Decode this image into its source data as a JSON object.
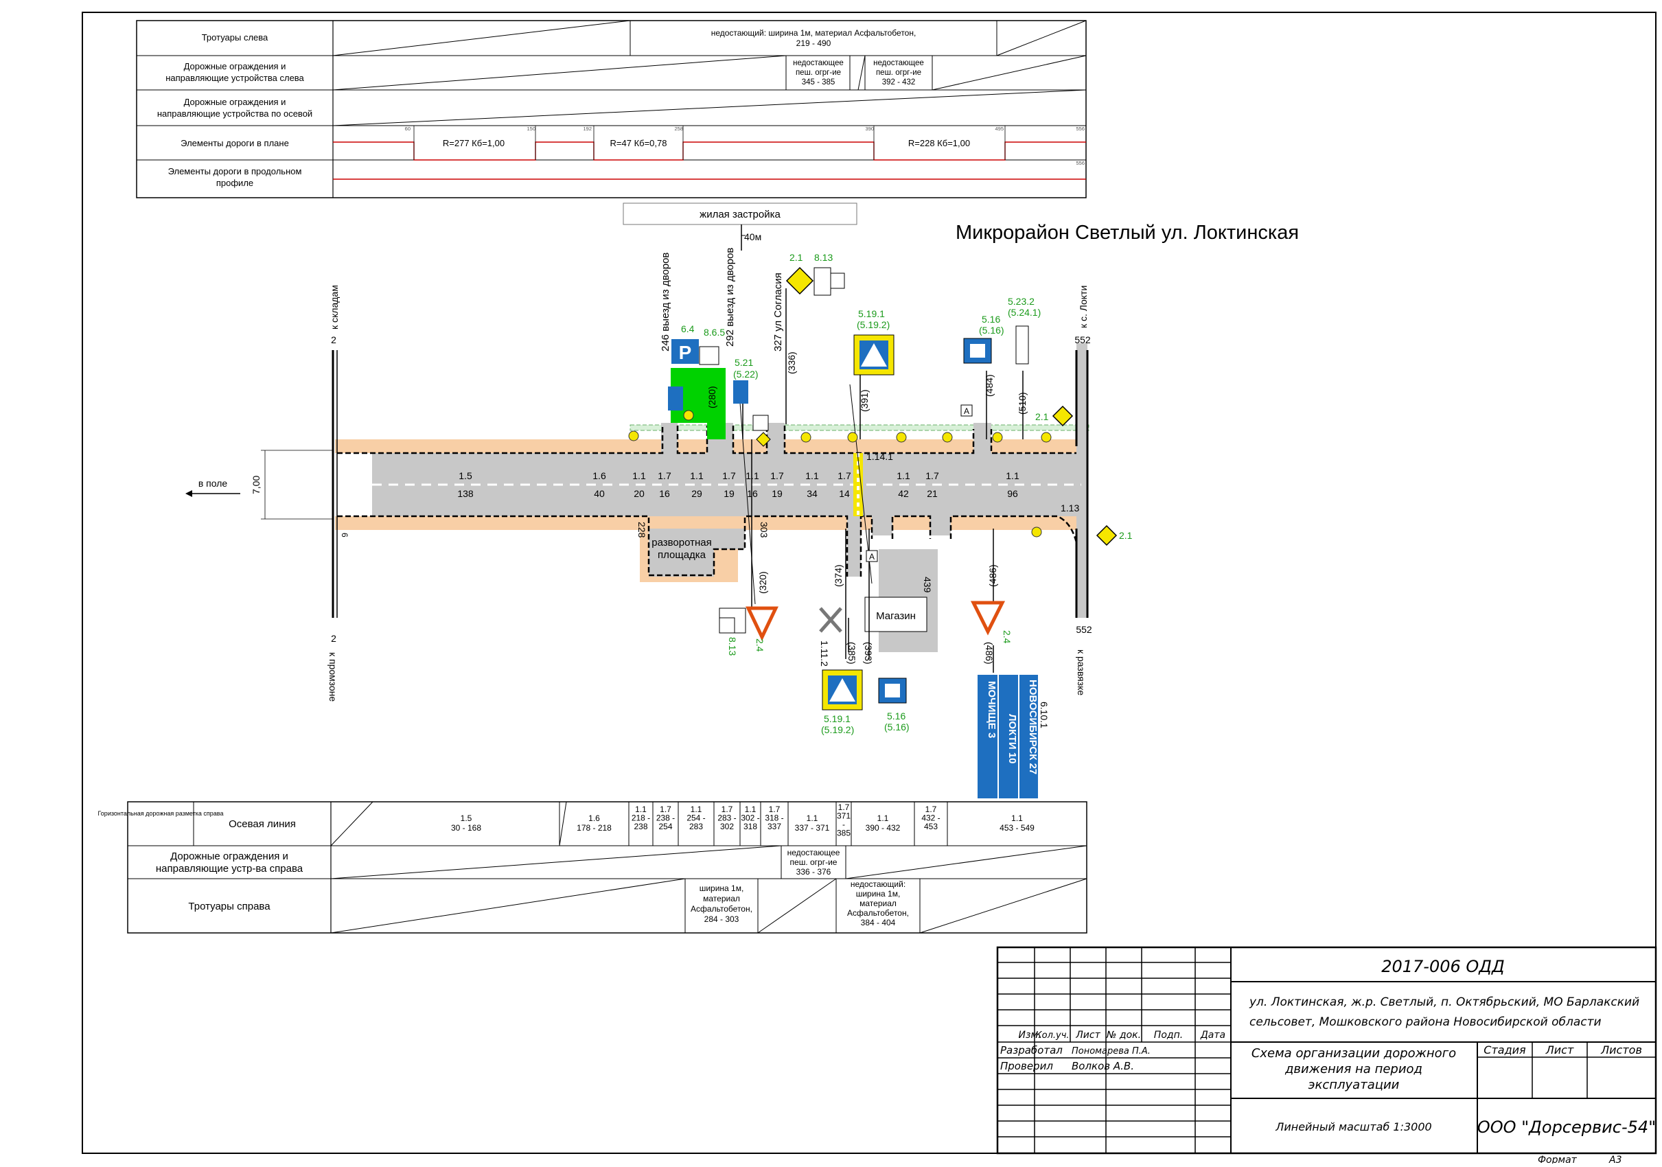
{
  "top_table": {
    "rows": [
      {
        "label": "Тротуары слева",
        "cells": [
          {
            "text": "недостающий: ширина 1м, материал Асфальтобетон,",
            "text2": "219 - 490"
          }
        ]
      },
      {
        "label": "Дорожные ограждения и",
        "label2": "направляющие устройства слева",
        "cells": [
          {
            "text": "недостающее",
            "text2": "пеш. огрг-ие",
            "text3": "345 - 385"
          },
          {
            "text": "недостающее",
            "text2": "пеш. огрг-ие",
            "text3": "392 - 432"
          }
        ]
      },
      {
        "label": "Дорожные ограждения и",
        "label2": "направляющие устройства по осевой"
      },
      {
        "label": "Элементы дороги в плане",
        "curves": [
          "R=277  Кб=1,00",
          "R=47  Кб=0,78",
          "R=228  Кб=1,00"
        ],
        "ticks": [
          "60",
          "150",
          "192",
          "258",
          "390",
          "495",
          "556"
        ]
      },
      {
        "label": "Элементы дороги в продольном",
        "label2": "профиле",
        "ticks": [
          "556"
        ]
      }
    ]
  },
  "plan": {
    "title": "Микрорайон Светлый ул. Локтинская",
    "zhilaya": "жилая застройка",
    "dist_40": "40м",
    "left_end": {
      "km_top": "2",
      "to_top": "к складам",
      "km_bottom": "2",
      "to_bottom": "к промзоне",
      "width": "7,00",
      "bottom_num": "6"
    },
    "right_end": {
      "km_top": "552",
      "to_top": "к с. Локти",
      "km_bottom": "552",
      "to_bottom": "к развязке",
      "mark": "1.13"
    },
    "v_pole": "в поле",
    "side_roads": [
      "246 выезд из дворов",
      "292 выезд из дворов",
      "327 ул Согласия"
    ],
    "pole_labels": [
      "(280)",
      "(336)",
      "(391)",
      "(484)",
      "(510)",
      "(320)",
      "(374)",
      "(385)",
      "(393)",
      "(486)",
      "(486)",
      "303",
      "228",
      "439"
    ],
    "markings": [
      {
        "code": "1.5",
        "len": "138"
      },
      {
        "code": "1.6",
        "len": "40"
      },
      {
        "code": "1.1",
        "len": "20"
      },
      {
        "code": "1.7",
        "len": "16"
      },
      {
        "code": "1.1",
        "len": "29"
      },
      {
        "code": "1.7",
        "len": "19"
      },
      {
        "code": "1.1",
        "len": "16"
      },
      {
        "code": "1.7",
        "len": "19"
      },
      {
        "code": "1.1",
        "len": "34"
      },
      {
        "code": "1.7",
        "len": "14"
      },
      {
        "code": "1.1",
        "len": "42"
      },
      {
        "code": "1.7",
        "len": "21"
      },
      {
        "code": "1.1",
        "len": "96"
      }
    ],
    "marking_1141": "1.14.1",
    "marking_1112": "1.11.2",
    "razvorot": "разворотная",
    "razvorot2": "площадка",
    "magazin": "Магазин",
    "signs": {
      "s64": "6.4",
      "s865": "8.6.5",
      "s521": "5.21",
      "s522": "(5.22)",
      "s21a": "2.1",
      "s813a": "8.13",
      "s5191a": "5.19.1",
      "s5192a": "(5.19.2)",
      "s516a": "5.16",
      "s516b": "(5.16)",
      "s5232": "5.23.2",
      "s5241": "(5.24.1)",
      "s21b": "2.1",
      "s21c": "2.1",
      "s813b": "8.13",
      "s24a": "2.4",
      "s5191b": "5.19.1",
      "s5192b": "(5.19.2)",
      "s516c": "5.16",
      "s516d": "(5.16)",
      "s24b": "2.4",
      "s6101": "6.10.1",
      "letter_a": "А",
      "letter_p": "P"
    },
    "direction_sign": {
      "row1": "НОВОСИБИРСК 27",
      "row2": "ЛОКТИ 10",
      "row3": "МОЧИЩЕ 3"
    }
  },
  "bottom_table": {
    "group_label": "Горизонтальная дорожная разметка справа",
    "row1_label": "Осевая линия",
    "row1_cells": [
      {
        "a": "1.5",
        "b": "30 - 168"
      },
      {
        "a": "1.6",
        "b": "178 - 218"
      },
      {
        "a": "1.1",
        "b": "218 -",
        "c": "238"
      },
      {
        "a": "1.7",
        "b": "238 -",
        "c": "254"
      },
      {
        "a": "1.1",
        "b": "254 -",
        "c": "283"
      },
      {
        "a": "1.7",
        "b": "283 -",
        "c": "302"
      },
      {
        "a": "1.1",
        "b": "302 -",
        "c": "318"
      },
      {
        "a": "1.7",
        "b": "318 -",
        "c": "337"
      },
      {
        "a": "1.1",
        "b": "337 - 371"
      },
      {
        "a": "1.7",
        "b": "371",
        "c": "-",
        "d": "385"
      },
      {
        "a": "1.1",
        "b": "390 - 432"
      },
      {
        "a": "1.7",
        "b": "432 -",
        "c": "453"
      },
      {
        "a": "1.1",
        "b": "453 - 549"
      }
    ],
    "row2_label": "Дорожные ограждения и",
    "row2_label2": "направляющие устр-ва справа",
    "row2_cell": {
      "a": "недостающее",
      "b": "пеш. огрг-ие",
      "c": "336 - 376"
    },
    "row3_label": "Тротуары справа",
    "row3_cell1": {
      "a": "ширина 1м,",
      "b": "материал",
      "c": "Асфальтобетон,",
      "d": "284 - 303"
    },
    "row3_cell2": {
      "a": "недостающий:",
      "b": "ширина 1м,",
      "c": "материал",
      "d": "Асфальтобетон,",
      "e": "384 - 404"
    }
  },
  "title_block": {
    "code": "2017-006 ОДД",
    "address1": "ул. Локтинская, ж.р. Светлый, п. Октябрьский, МО Барлакский",
    "address2": "сельсовет, Мошковского района Новосибирской области",
    "cols": [
      "Изм.",
      "Кол.уч.",
      "Лист",
      "№ док.",
      "Подп.",
      "Дата"
    ],
    "role1": "Разработал",
    "name1": "Пономарева П.А.",
    "role2": "Проверил",
    "name2": "Волков А.В.",
    "doc_title1": "Схема организации дорожного",
    "doc_title2": "движения на период",
    "doc_title3": "эксплуатации",
    "stage": "Стадия",
    "sheet": "Лист",
    "sheets": "Листов",
    "scale": "Линейный масштаб 1:3000",
    "company": "ООО \"Дорсервис-54\"",
    "format_label": "Формат",
    "format_value": "А3"
  },
  "colors": {
    "asphalt": "#c8c8c8",
    "sidewalk": "#f8cfa6",
    "green": "#00d200",
    "sign_blue": "#1e6fc0",
    "sign_yellow": "#f5e600",
    "red_line": "#cc0000",
    "green_text": "#1a9a1a"
  }
}
